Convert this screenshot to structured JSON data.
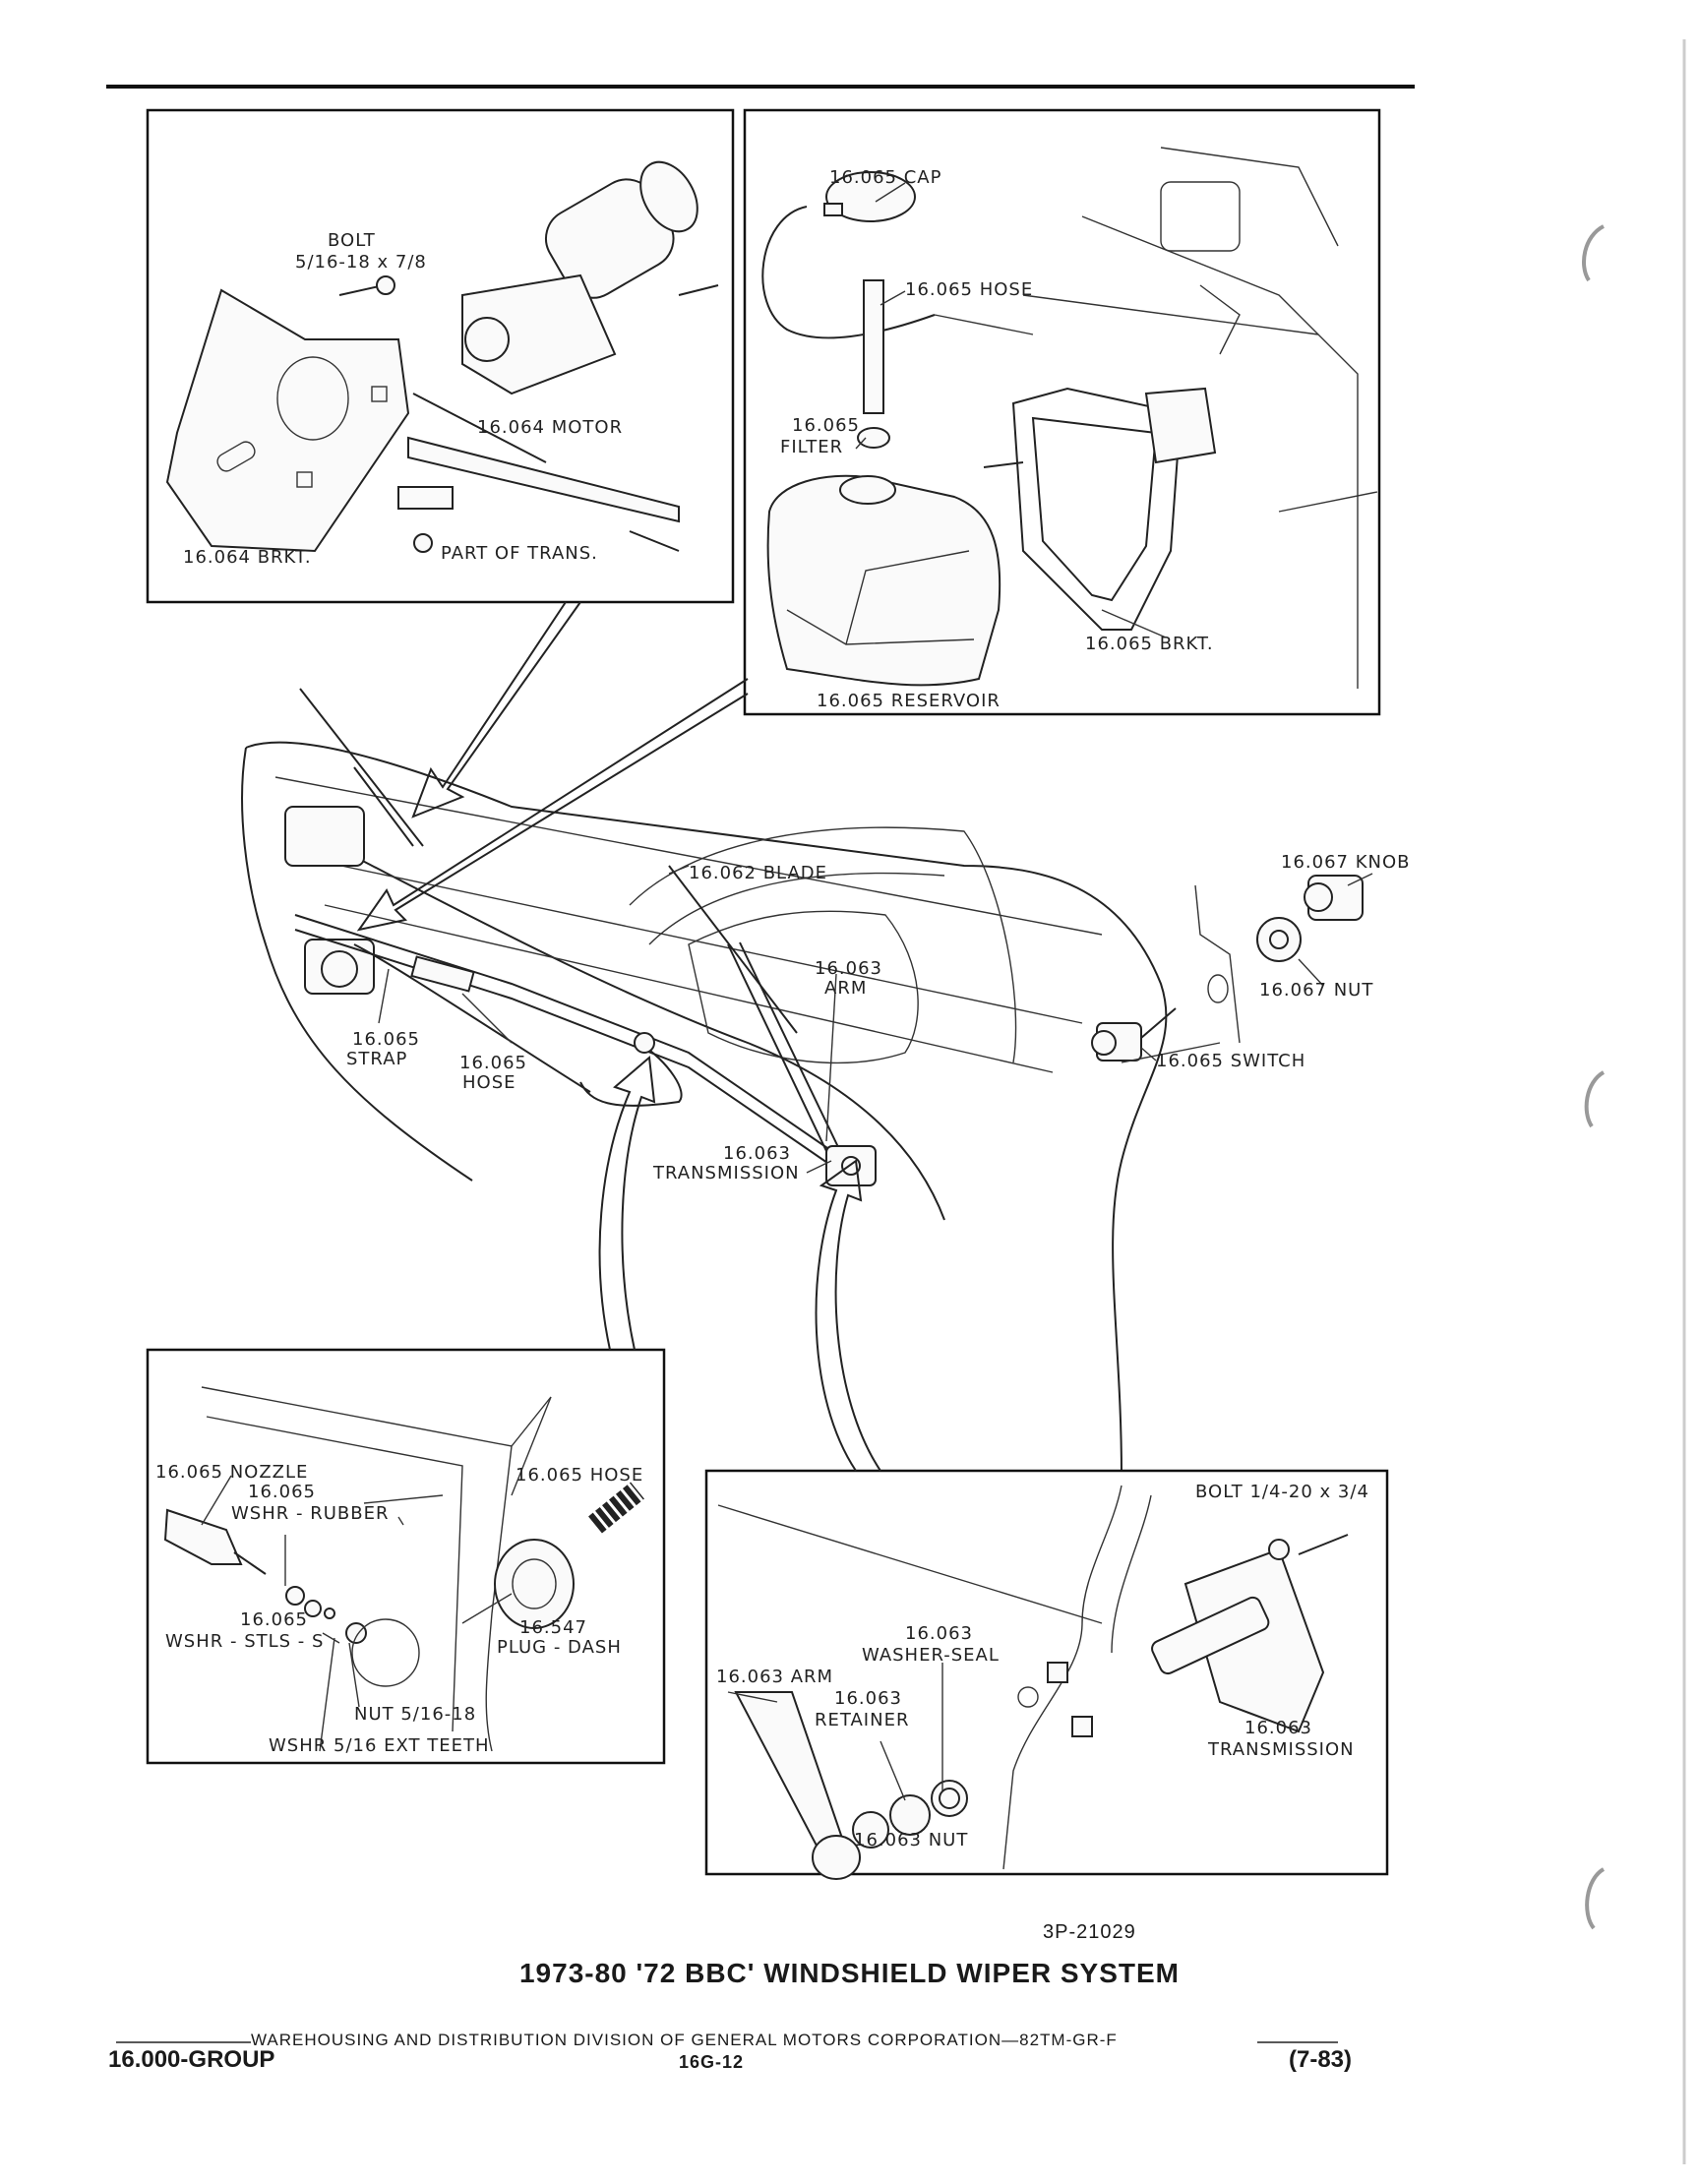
{
  "figure_code": "3P-21029",
  "caption": "1973-80 '72 BBC' WINDSHIELD WIPER SYSTEM",
  "footer": {
    "division": "WAREHOUSING AND DISTRIBUTION DIVISION OF GENERAL MOTORS CORPORATION—82TM-GR-F",
    "group": "16.000-GROUP",
    "page": "16G-12",
    "date": "(7-83)"
  },
  "motor_panel": {
    "bolt": "BOLT",
    "bolt_size": "5/16-18 x 7/8",
    "motor": "16.064 MOTOR",
    "bracket": "16.064 BRKT.",
    "part_of_trans": "PART OF TRANS."
  },
  "reservoir_panel": {
    "cap": "16.065 CAP",
    "hose": "16.065 HOSE",
    "filter_num": "16.065",
    "filter": "FILTER",
    "bracket": "16.065 BRKT.",
    "reservoir": "16.065 RESERVOIR"
  },
  "main_view": {
    "blade": "16.062 BLADE",
    "arm_num": "16.063",
    "arm": "ARM",
    "strap_num": "16.065",
    "strap": "STRAP",
    "hose_num": "16.065",
    "hose": "HOSE",
    "transmission_num": "16.063",
    "transmission": "TRANSMISSION",
    "knob": "16.067 KNOB",
    "nut": "16.067 NUT",
    "switch": "16.065 SWITCH"
  },
  "nozzle_panel": {
    "nozzle": "16.065 NOZZLE",
    "wshr_rubber_num": "16.065",
    "wshr_rubber": "WSHR - RUBBER",
    "hose": "16.065 HOSE",
    "wshr_stls_num": "16.065",
    "wshr_stls": "WSHR - STLS - S",
    "plug_num": "16.547",
    "plug": "PLUG - DASH",
    "nut": "NUT 5/16-18",
    "wshr_ext": "WSHR 5/16 EXT TEETH"
  },
  "transmission_panel": {
    "bolt": "BOLT 1/4-20 x 3/4",
    "washer_seal_num": "16.063",
    "washer_seal": "WASHER-SEAL",
    "arm": "16.063 ARM",
    "retainer_num": "16.063",
    "retainer": "RETAINER",
    "transmission_num": "16.063",
    "transmission": "TRANSMISSION",
    "nut": "16.063 NUT"
  }
}
